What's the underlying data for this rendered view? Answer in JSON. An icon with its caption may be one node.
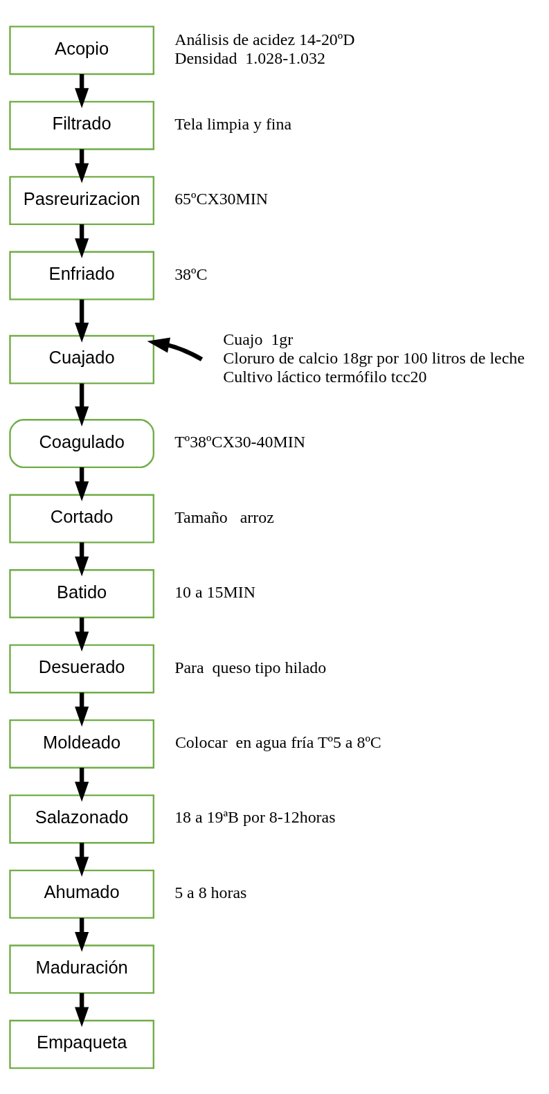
{
  "diagram": {
    "nodes": [
      {
        "text": [
          "Acopio"
        ],
        "beside": [
          "Análisis de acidez 14-20ºD",
          "Densidad  1.028-1.032"
        ]
      },
      {
        "text": [
          "Filtrado"
        ],
        "beside": [
          "Tela limpia y fina"
        ]
      },
      {
        "text": [
          "Pasreurizacion"
        ],
        "beside": [
          "65ºCX30MIN"
        ]
      },
      {
        "text": [
          "Enfriado"
        ],
        "beside": [
          "38ºC"
        ]
      },
      {
        "text": [
          "Cuajado"
        ],
        "beside": [
          "Cuajo  1gr",
          "Cloruro de calcio 18gr por 100 litros de leche",
          "Cultivo láctico termófilo tcc20"
        ]
      },
      {
        "text": [
          "Coagulado"
        ],
        "beside": [
          "Tº38ºCX30-40MIN"
        ]
      },
      {
        "text": [
          "Cortado"
        ],
        "beside": [
          "Tamaño   arroz"
        ]
      },
      {
        "text": [
          "Batido"
        ],
        "beside": [
          "10 a 15MIN"
        ]
      },
      {
        "text": [
          "Desuerado"
        ],
        "beside": [
          "Para  queso tipo hilado"
        ]
      },
      {
        "text": [
          "Moldeado"
        ],
        "beside": [
          "Colocar  en agua fría Tº5 a 8ºC"
        ]
      },
      {
        "text": [
          "Salazonado"
        ],
        "beside": [
          "18 a 19ªB por 8-12horas"
        ]
      },
      {
        "text": [
          "Ahumado"
        ],
        "beside": [
          "5 a 8 horas"
        ]
      },
      {
        "text": [
          "Maduración"
        ]
      },
      {
        "text": [
          "Empaqueta"
        ]
      }
    ],
    "edges": [
      {
        "from": 0,
        "to": 1,
        "arrow": "to"
      },
      {
        "from": 1,
        "to": 2,
        "arrow": "to"
      },
      {
        "from": 2,
        "to": 3,
        "arrow": "to"
      },
      {
        "from": 3,
        "to": 4,
        "arrow": "to"
      },
      {
        "from": null,
        "to": 4,
        "arrow": "to"
      },
      {
        "from": 4,
        "to": 5,
        "arrow": "to"
      },
      {
        "from": 5,
        "to": 6,
        "arrow": "to"
      },
      {
        "from": 6,
        "to": 7,
        "arrow": "to"
      },
      {
        "from": 7,
        "to": 8,
        "arrow": "to"
      },
      {
        "from": 8,
        "to": 9,
        "arrow": "to"
      },
      {
        "from": 9,
        "to": 10,
        "arrow": "to"
      },
      {
        "from": 10,
        "to": 11,
        "arrow": "to"
      },
      {
        "from": 11,
        "to": 12,
        "arrow": "to"
      },
      {
        "from": 12,
        "to": 13,
        "arrow": "to"
      }
    ]
  }
}
